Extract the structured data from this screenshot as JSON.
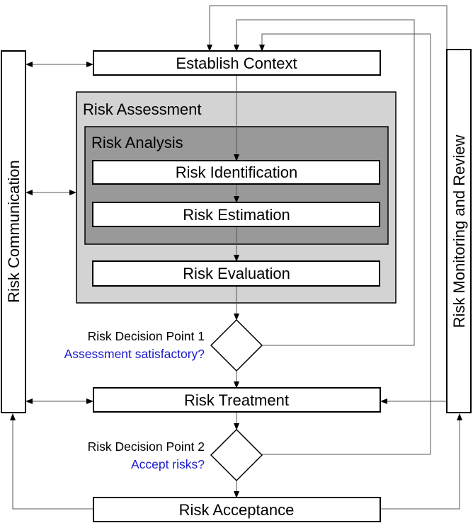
{
  "diagram": {
    "establish_context": "Establish Context",
    "risk_assessment": "Risk Assessment",
    "risk_analysis": "Risk Analysis",
    "risk_identification": "Risk Identification",
    "risk_estimation": "Risk Estimation",
    "risk_evaluation": "Risk Evaluation",
    "decision_point_1": "Risk Decision Point 1",
    "decision_point_1_question": "Assessment satisfactory?",
    "risk_treatment": "Risk Treatment",
    "decision_point_2": "Risk Decision Point 2",
    "decision_point_2_question": "Accept risks?",
    "risk_acceptance": "Risk Acceptance",
    "risk_communication": "Risk Communication",
    "risk_monitoring": "Risk Monitoring and Review"
  },
  "colors": {
    "assessment_fill": "#d3d3d3",
    "analysis_fill": "#999999",
    "question_color": "#1a1acc"
  }
}
